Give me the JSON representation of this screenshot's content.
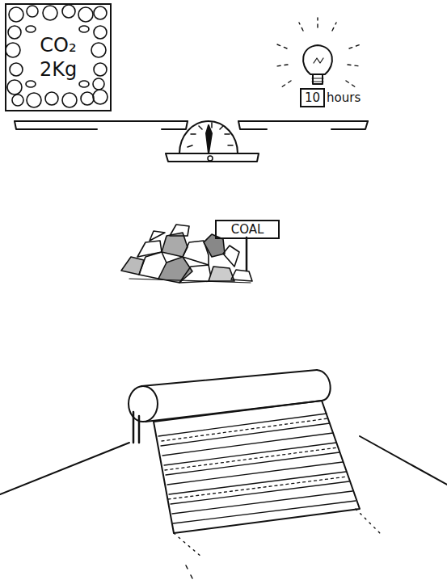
{
  "diagram": {
    "nodes": [
      {
        "text": [
          "CO₂ 2Kg"
        ]
      },
      {
        "text": [
          "10",
          "hours"
        ]
      },
      {
        "text": [
          "COAL"
        ]
      }
    ]
  }
}
